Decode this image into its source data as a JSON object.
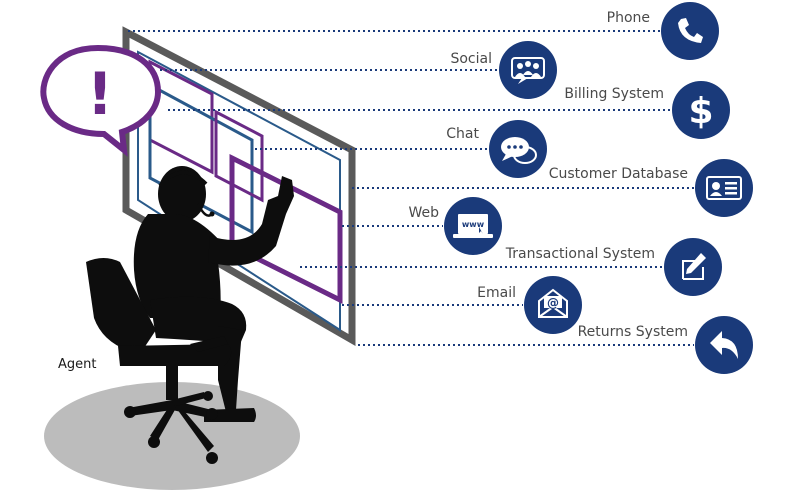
{
  "agent_label": "Agent",
  "alert_symbol": "!",
  "colors": {
    "navy": "#1a3a7a",
    "purple": "#6a2a86",
    "blue_frame": "#2a5a8a",
    "dark_frame": "#5a5a5a",
    "silhouette": "#0d0d0d",
    "floor": "#bcbcbc",
    "text": "#4a4a4a"
  },
  "channels": [
    {
      "label": "Phone",
      "icon": "phone-icon"
    },
    {
      "label": "Social",
      "icon": "social-group-icon"
    },
    {
      "label": "Billing System",
      "icon": "dollar-icon"
    },
    {
      "label": "Chat",
      "icon": "chat-bubbles-icon"
    },
    {
      "label": "Customer Database",
      "icon": "id-card-icon"
    },
    {
      "label": "Web",
      "icon": "laptop-www-icon"
    },
    {
      "label": "Transactional System",
      "icon": "pen-document-icon"
    },
    {
      "label": "Email",
      "icon": "envelope-at-icon"
    },
    {
      "label": "Returns System",
      "icon": "return-arrow-icon"
    }
  ]
}
